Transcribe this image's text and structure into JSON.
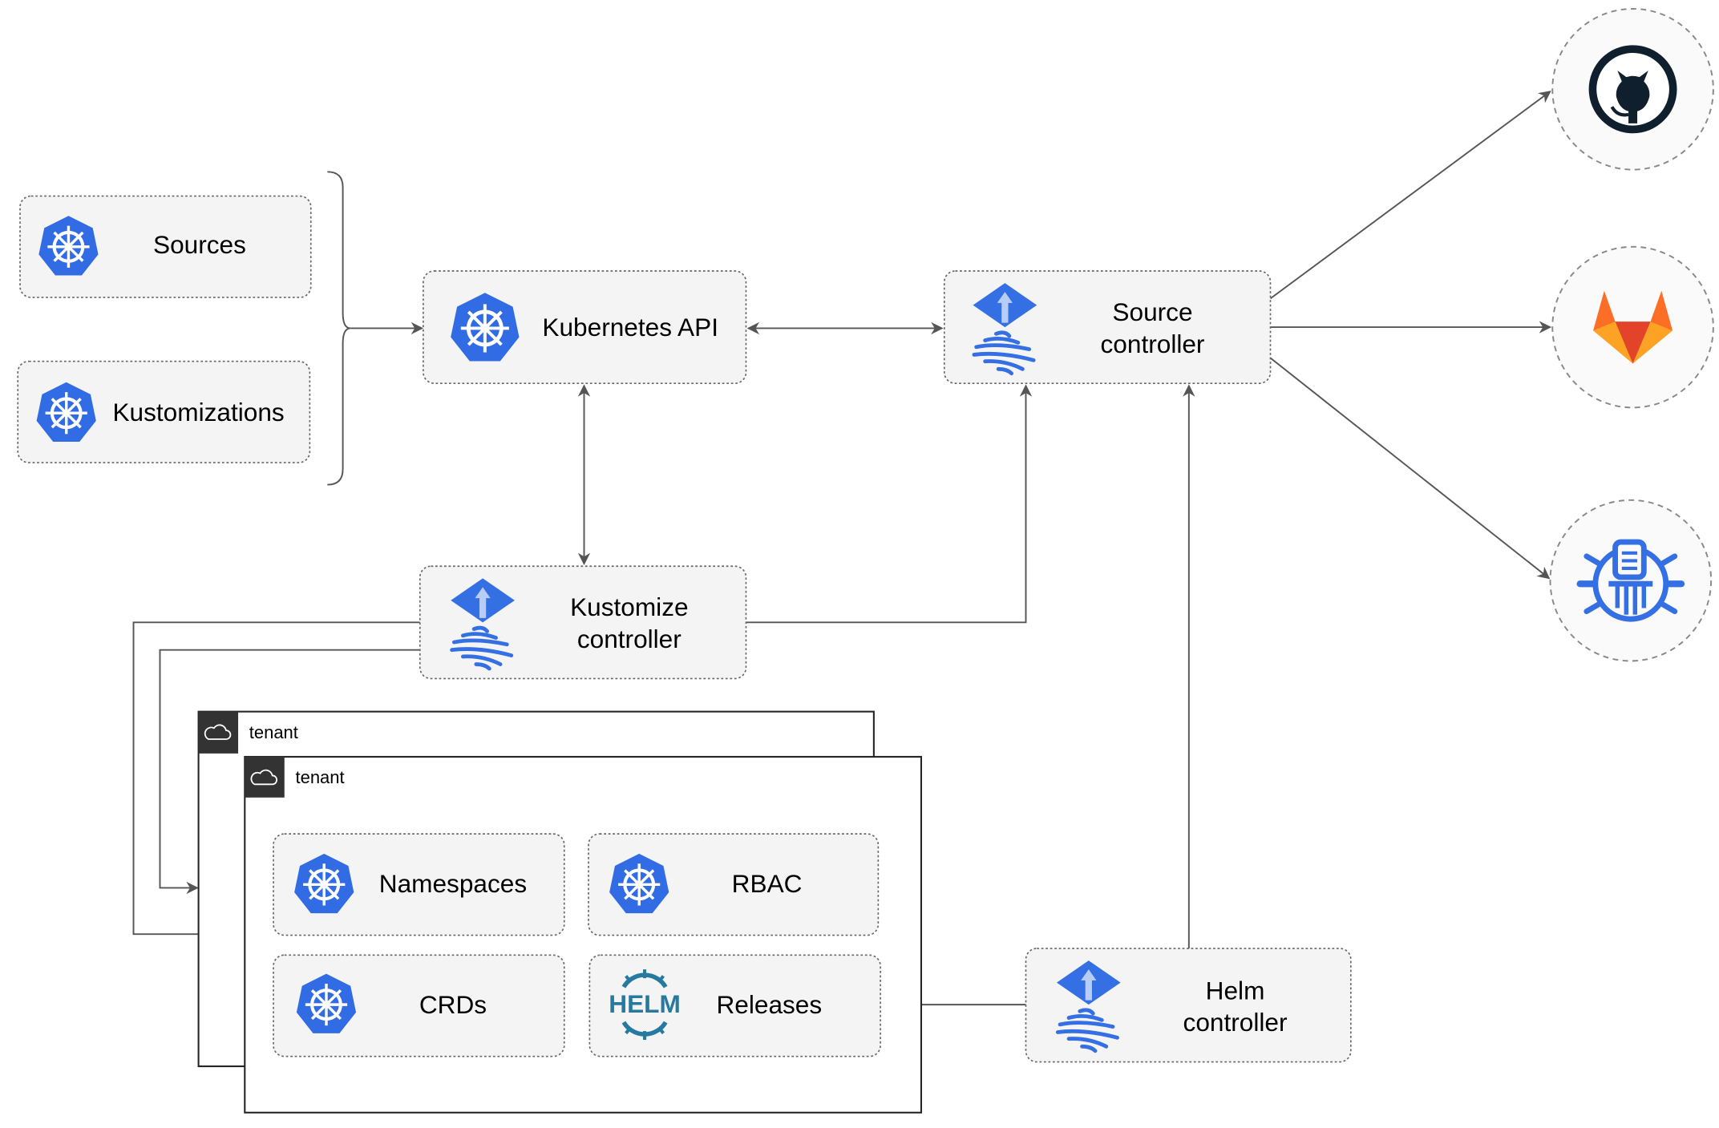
{
  "nodes": {
    "sources": "Sources",
    "kustomizations": "Kustomizations",
    "kubernetes_api": "Kubernetes API",
    "source_controller": [
      "Source",
      "controller"
    ],
    "kustomize_controller": [
      "Kustomize",
      "controller"
    ],
    "helm_controller": [
      "Helm",
      "controller"
    ],
    "namespaces": "Namespaces",
    "rbac": "RBAC",
    "crds": "CRDs",
    "releases": "Releases"
  },
  "tenants": [
    "tenant",
    "tenant"
  ],
  "helm_logo_text": "HELM",
  "external": [
    "github-icon",
    "gitlab-icon",
    "bucket-icon"
  ],
  "colors": {
    "k8s_blue": "#326ce5",
    "flux_blue": "#3470e4",
    "helm": "#277a9f",
    "gitlab_orange": "#fc6d26",
    "github": "#0f1f2e"
  }
}
